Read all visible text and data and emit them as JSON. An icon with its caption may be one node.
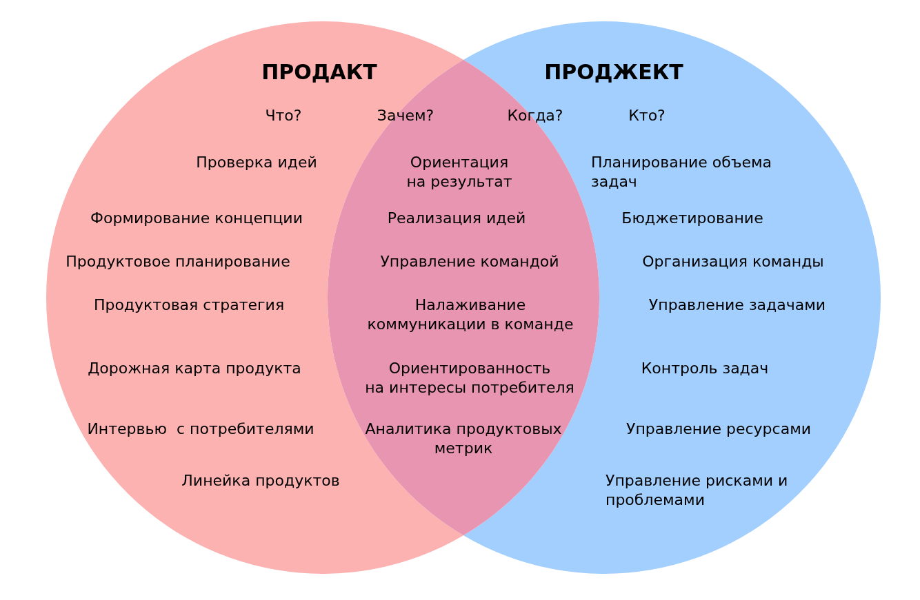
{
  "diagram": {
    "nodes": [
      {
        "text": [
          "ПРОДАКТ",
          "Что?",
          "Зачем?",
          "Проверка идей",
          "Формирование концепции",
          "Продуктовое планирование",
          "Продуктовая стратегия",
          "Дорожная карта продукта",
          "Интервью  с потребителями",
          "Линейка продуктов"
        ]
      },
      {
        "text": [
          "ПРОДЖЕКТ",
          "Когда?",
          "Кто?",
          "Планирование объема задач",
          "Бюджетирование",
          "Организация команды",
          "Управление задачами",
          "Контроль задач",
          "Управление ресурсами",
          "Управление рисками и проблемами"
        ]
      }
    ],
    "labels": [
      "Ориентация на результат",
      "Реализация идей",
      "Управление командой",
      "Налаживание коммуникации в команде",
      "Ориентированность на интересы потребителя",
      "Аналитика продуктовых метрик"
    ]
  }
}
